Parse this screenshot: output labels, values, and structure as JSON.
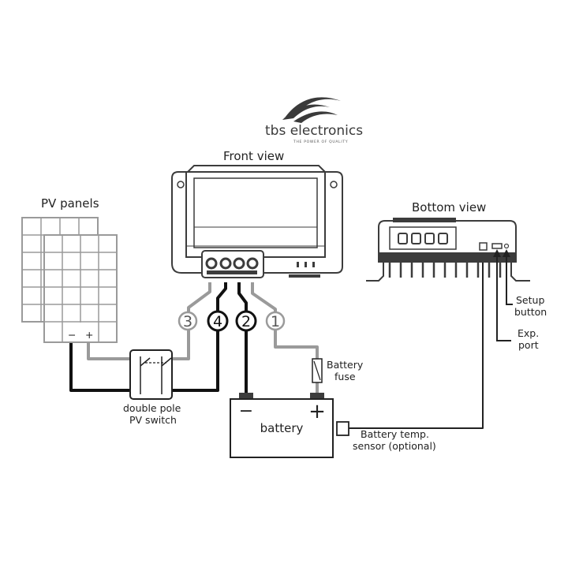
{
  "brand": {
    "name": "tbs electronics",
    "tagline": "THE POWER OF QUALITY"
  },
  "views": {
    "front": "Front view",
    "bottom": "Bottom view"
  },
  "components": {
    "pv_panels": "PV panels",
    "switch_line1": "double pole",
    "switch_line2": "PV switch",
    "battery": "battery",
    "battery_minus": "−",
    "battery_plus": "+",
    "fuse_line1": "Battery",
    "fuse_line2": "fuse",
    "sensor_line1": "Battery temp.",
    "sensor_line2": "sensor (optional)",
    "setup_line1": "Setup",
    "setup_line2": "button",
    "exp_line1": "Exp.",
    "exp_line2": "port",
    "panel_minus": "−",
    "panel_plus": "+"
  },
  "connections": [
    {
      "id": "1"
    },
    {
      "id": "2"
    },
    {
      "id": "3"
    },
    {
      "id": "4"
    }
  ],
  "colors": {
    "line": "#222222",
    "grey_wire": "#9a9a9a",
    "black_wire": "#111111",
    "panel_fill": "#ffffff",
    "device_dark": "#3c3c3c"
  }
}
